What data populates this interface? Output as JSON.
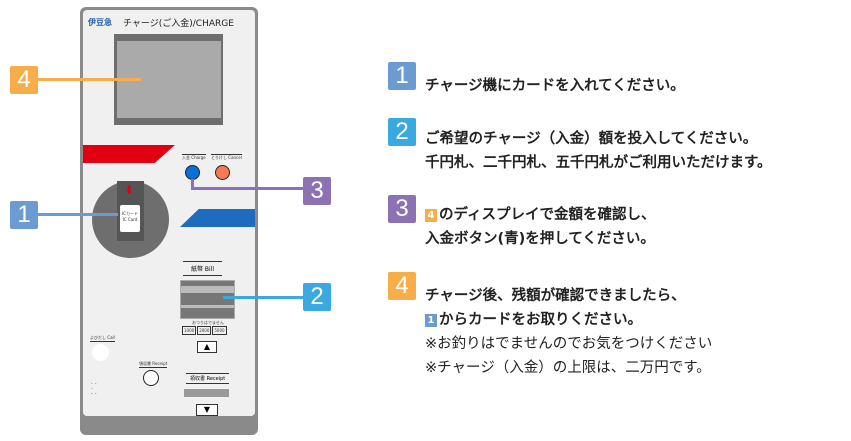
{
  "machine": {
    "brand": "伊豆急",
    "title": "チャージ(ご入金)/CHARGE",
    "charge_btn_label": "入金 Charge",
    "cancel_btn_label": "とりけし Cancel",
    "card_label": "ICカード IC Card",
    "bill_label": "紙幣 Bill",
    "no_change": "おつりはでません",
    "bills": [
      "1000",
      "2000",
      "5000"
    ],
    "call_label": "よびだし Call",
    "receipt_btn_label": "領収書 Receipt",
    "receipt_label": "領収書 Receipt"
  },
  "colors": {
    "s1": "#6c9bd2",
    "s2": "#3aa9df",
    "s3": "#8c72b3",
    "s4": "#f6ad4a"
  },
  "steps": [
    {
      "num": "1",
      "lines": [
        "チャージ機にカードを入れてください。"
      ]
    },
    {
      "num": "2",
      "lines": [
        "ご希望のチャージ（入金）額を投入してください。",
        "千円札、二千円札、五千円札がご利用いただけます。"
      ]
    },
    {
      "num": "3",
      "ref": "4",
      "lines": [
        "のディスプレイで金額を確認し、",
        "入金ボタン(青)を押してください。"
      ]
    },
    {
      "num": "4",
      "ref": "1",
      "lines": [
        "チャージ後、残額が確認できましたら、",
        "からカードをお取りください。"
      ],
      "notes": [
        "※お釣りはでませんのでお気をつけください",
        "※チャージ（入金）の上限は、二万円です。"
      ]
    }
  ]
}
